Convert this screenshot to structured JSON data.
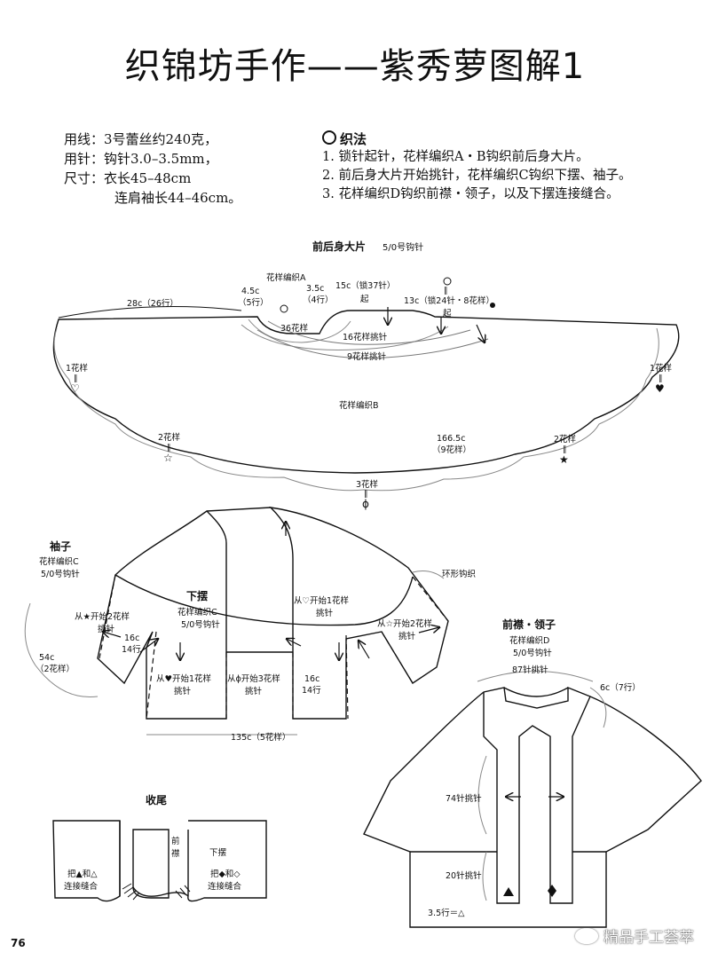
{
  "title": "织锦坊手作——紫秀萝图解1",
  "materials": {
    "yarn": "用线：3号蕾丝约240克，",
    "hook": "用针：钩针3.0–3.5mm，",
    "size": "尺寸：衣长45–48cm",
    "size2": "连肩袖长44–46cm。"
  },
  "method": {
    "heading": "织法",
    "steps": [
      "1. 锁针起针，花样编织A・B钩织前后身大片。",
      "2. 前后身大片开始挑针，花样编织C钩织下摆、袖子。",
      "3. 花样编织D钩织前襟・领子，以及下摆连接缝合。"
    ]
  },
  "body_piece": {
    "title": "前后身大片",
    "hook": "5/0号钩针",
    "pattern_a": "花样编织A",
    "pattern_b": "花样编织B",
    "w_28c": "28c（26行）",
    "w_45c": "4.5c",
    "w_45c_rows": "（5行）",
    "w_35c": "3.5c",
    "w_35c_rows": "（4行）",
    "w_15c": "15c（锁37针）",
    "start1": "起",
    "w_13c": "13c（锁24针・8花样）",
    "start2": "起",
    "p36": "36花样",
    "p16": "16花样挑针",
    "p9": "9花样挑针",
    "left1": "1花样",
    "left1_sym": "♡",
    "right1": "1花样",
    "right1_sym": "♥",
    "left2": "2花样",
    "left2_sym": "☆",
    "right2": "2花样",
    "right2_sym": "★",
    "c1665": "166.5c",
    "c1665b": "（9花样）",
    "p3": "3花样",
    "p3_sym": "ϕ",
    "eq": "‖"
  },
  "sleeve": {
    "title": "袖子",
    "pattern": "花样编织C",
    "hook": "5/0号钩针",
    "from_star": "从★开始2花样",
    "pick": "挑针",
    "w16": "16c",
    "r14": "14行",
    "w54": "54c",
    "p2": "（2花样）",
    "ring": "环形钩织",
    "from_hstar": "从☆开始2花样",
    "pick_r": "挑针"
  },
  "hem": {
    "title": "下摆",
    "pattern": "花样编织C",
    "hook": "5/0号钩针",
    "from_heart": "从♡开始1花样",
    "pick1": "挑针",
    "from_bheart": "从♥开始1花样",
    "pick2": "挑针",
    "from_phi": "从ϕ开始3花样",
    "pick3": "挑针",
    "w16": "16c",
    "r14": "14行",
    "w135": "135c（5花样）"
  },
  "collar": {
    "title": "前襟・领子",
    "pattern": "花样编织D",
    "hook": "5/0号钩针",
    "pick87": "87针挑针",
    "w6": "6c（7行）",
    "pick74": "74针挑针",
    "pick20": "20针挑针",
    "rows35": "3.5行＝△"
  },
  "finish": {
    "title": "收尾",
    "front": "前",
    "front2": "襟",
    "hem": "下摆",
    "join_tri": "把▲和△",
    "join_tri2": "连接缝合",
    "join_dia": "把◆和◇",
    "join_dia2": "连接缝合"
  },
  "page_number": "76",
  "watermark": "精品手工荟萃"
}
